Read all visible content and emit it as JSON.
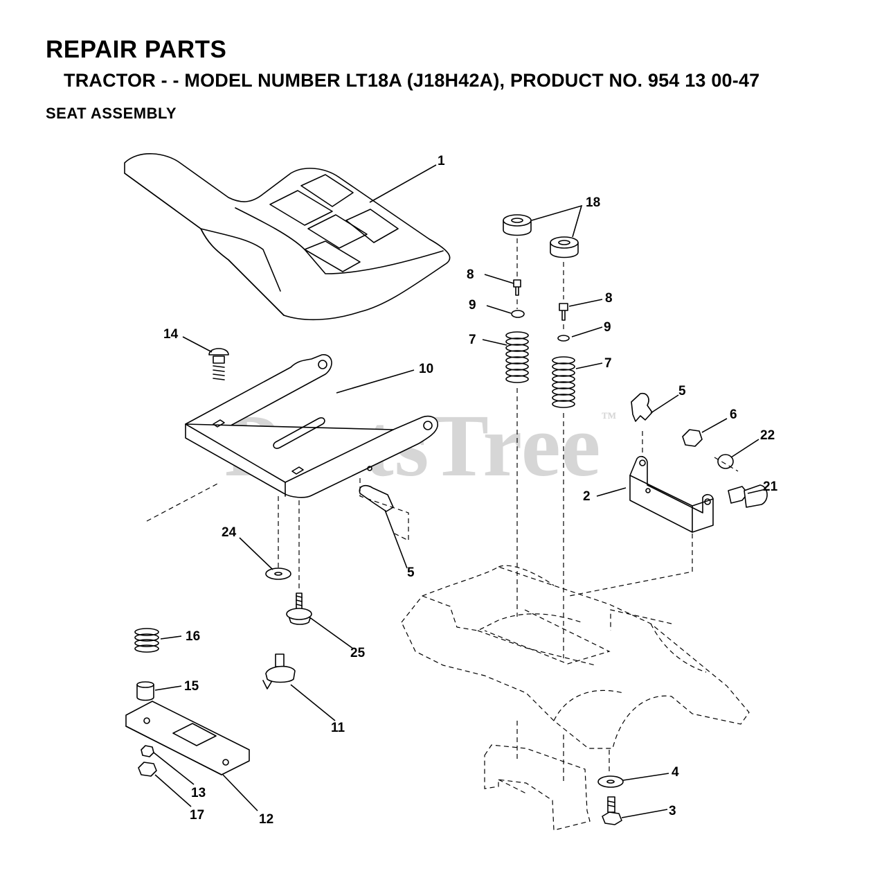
{
  "header": {
    "title": "REPAIR PARTS",
    "subtitle": "TRACTOR - - MODEL NUMBER LT18A (J18H42A), PRODUCT NO. 954 13 00-47",
    "section": "SEAT ASSEMBLY"
  },
  "watermark": {
    "text": "PartsTree",
    "mark": "™"
  },
  "callouts": [
    {
      "id": "c-1",
      "label": "1"
    },
    {
      "id": "c-18",
      "label": "18"
    },
    {
      "id": "c-8a",
      "label": "8"
    },
    {
      "id": "c-8b",
      "label": "8"
    },
    {
      "id": "c-9a",
      "label": "9"
    },
    {
      "id": "c-9b",
      "label": "9"
    },
    {
      "id": "c-7a",
      "label": "7"
    },
    {
      "id": "c-7b",
      "label": "7"
    },
    {
      "id": "c-14",
      "label": "14"
    },
    {
      "id": "c-10",
      "label": "10"
    },
    {
      "id": "c-5a",
      "label": "5"
    },
    {
      "id": "c-6",
      "label": "6"
    },
    {
      "id": "c-22",
      "label": "22"
    },
    {
      "id": "c-2",
      "label": "2"
    },
    {
      "id": "c-21",
      "label": "21"
    },
    {
      "id": "c-24",
      "label": "24"
    },
    {
      "id": "c-5b",
      "label": "5"
    },
    {
      "id": "c-16",
      "label": "16"
    },
    {
      "id": "c-25",
      "label": "25"
    },
    {
      "id": "c-15",
      "label": "15"
    },
    {
      "id": "c-11",
      "label": "11"
    },
    {
      "id": "c-4",
      "label": "4"
    },
    {
      "id": "c-13",
      "label": "13"
    },
    {
      "id": "c-3",
      "label": "3"
    },
    {
      "id": "c-17",
      "label": "17"
    },
    {
      "id": "c-12",
      "label": "12"
    }
  ]
}
